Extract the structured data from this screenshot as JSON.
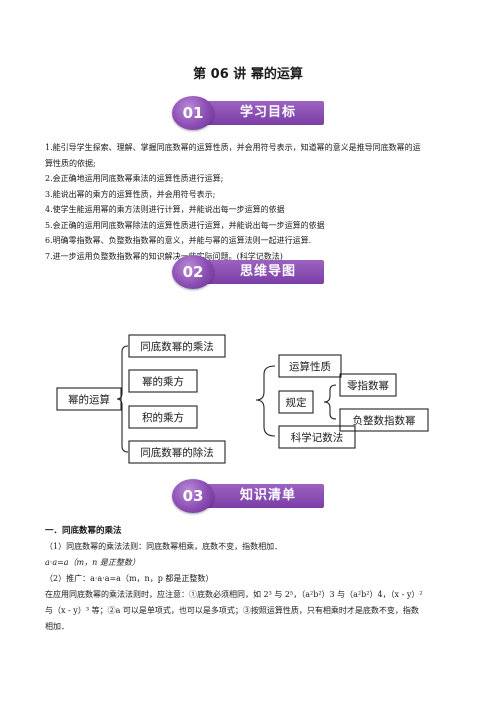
{
  "title": "第 06 讲  幂的运算",
  "sections": [
    {
      "num": "01",
      "label": "学习目标"
    },
    {
      "num": "02",
      "label": "思维导图"
    },
    {
      "num": "03",
      "label": "知识清单"
    }
  ],
  "goals": [
    "1.能引导学生探索、理解、掌握同底数幂的运算性质，并会用符号表示，知道幂的意义是推导同底数幂的运",
    "算性质的依据;",
    "2.会正确地运用同底数幂乘法的运算性质进行运算;",
    "3.能说出幂的乘方的运算性质，并会用符号表示;",
    "4.使学生能运用幂的乘方法则进行计算，并能说出每一步运算的依据",
    "5.会正确的运用同底数幂除法的运算性质进行运算，并能说出每一步运算的依据",
    "6.明确零指数幂、负整数指数幂的意义，并能与幂的运算法则一起进行运算.",
    "7.进一步运用负整数指数幂的知识解决一些实际问题。(科学记数法)"
  ],
  "mindmap": {
    "root": "幂的运算",
    "branches": [
      "同底数幂的乘法",
      "幂的乘方",
      "积的乘方",
      "同底数幂的除法"
    ],
    "middle": [
      "运算性质",
      "规定",
      "科学记数法"
    ],
    "right": [
      "零指数幂",
      "负整数指数幂"
    ]
  },
  "content": {
    "heading": "一．同底数幂的乘法",
    "p1": "（1）同底数幂的乘法法则：同底数幂相乘，底数不变，指数相加．",
    "f1": "a·a=a（m，n 是正整数）",
    "p2": "（2）推广：a·a·a=a（m，n，p 都是正整数）",
    "p3": "在应用同底数幂的乘法法则时，应注意：①底数必须相同，如 2³ 与 2⁵，（a²b²）3 与（a²b²）4，（x - y）²",
    "p4": "与（x - y）³ 等；②a 可以是单项式，也可以是多项式；③按照运算性质，只有相乘时才是底数不变，指数",
    "p5": "相加．"
  }
}
